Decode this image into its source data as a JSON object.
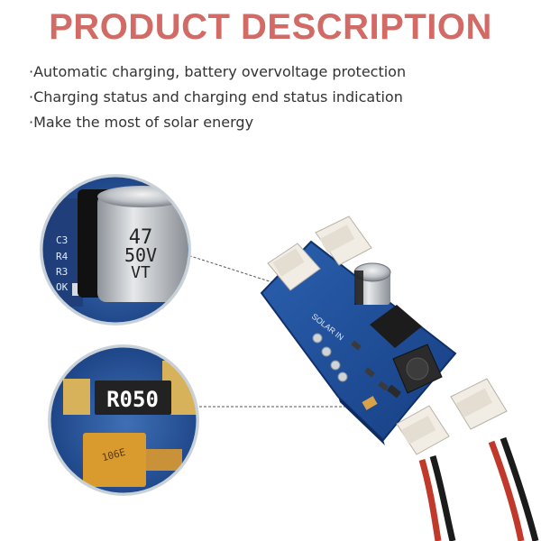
{
  "title": "PRODUCT DESCRIPTION",
  "features": [
    "·Automatic charging, battery overvoltage protection",
    "·Charging status and charging end status indication",
    "·Make the most of solar energy"
  ],
  "product_image": {
    "capacitor_marking_line1": "47",
    "capacitor_marking_line2": "50V",
    "capacitor_marking_line3": "VT",
    "resistor_marking": "R050",
    "board_silkscreen": "SOLAR IN",
    "silk_labels": [
      "C3",
      "R4",
      "R3",
      "OK"
    ],
    "tantalum_marking": "106E"
  },
  "colors": {
    "title": "#d26a66",
    "pcb": "#1f4f9a",
    "connector": "#f1ece4"
  }
}
